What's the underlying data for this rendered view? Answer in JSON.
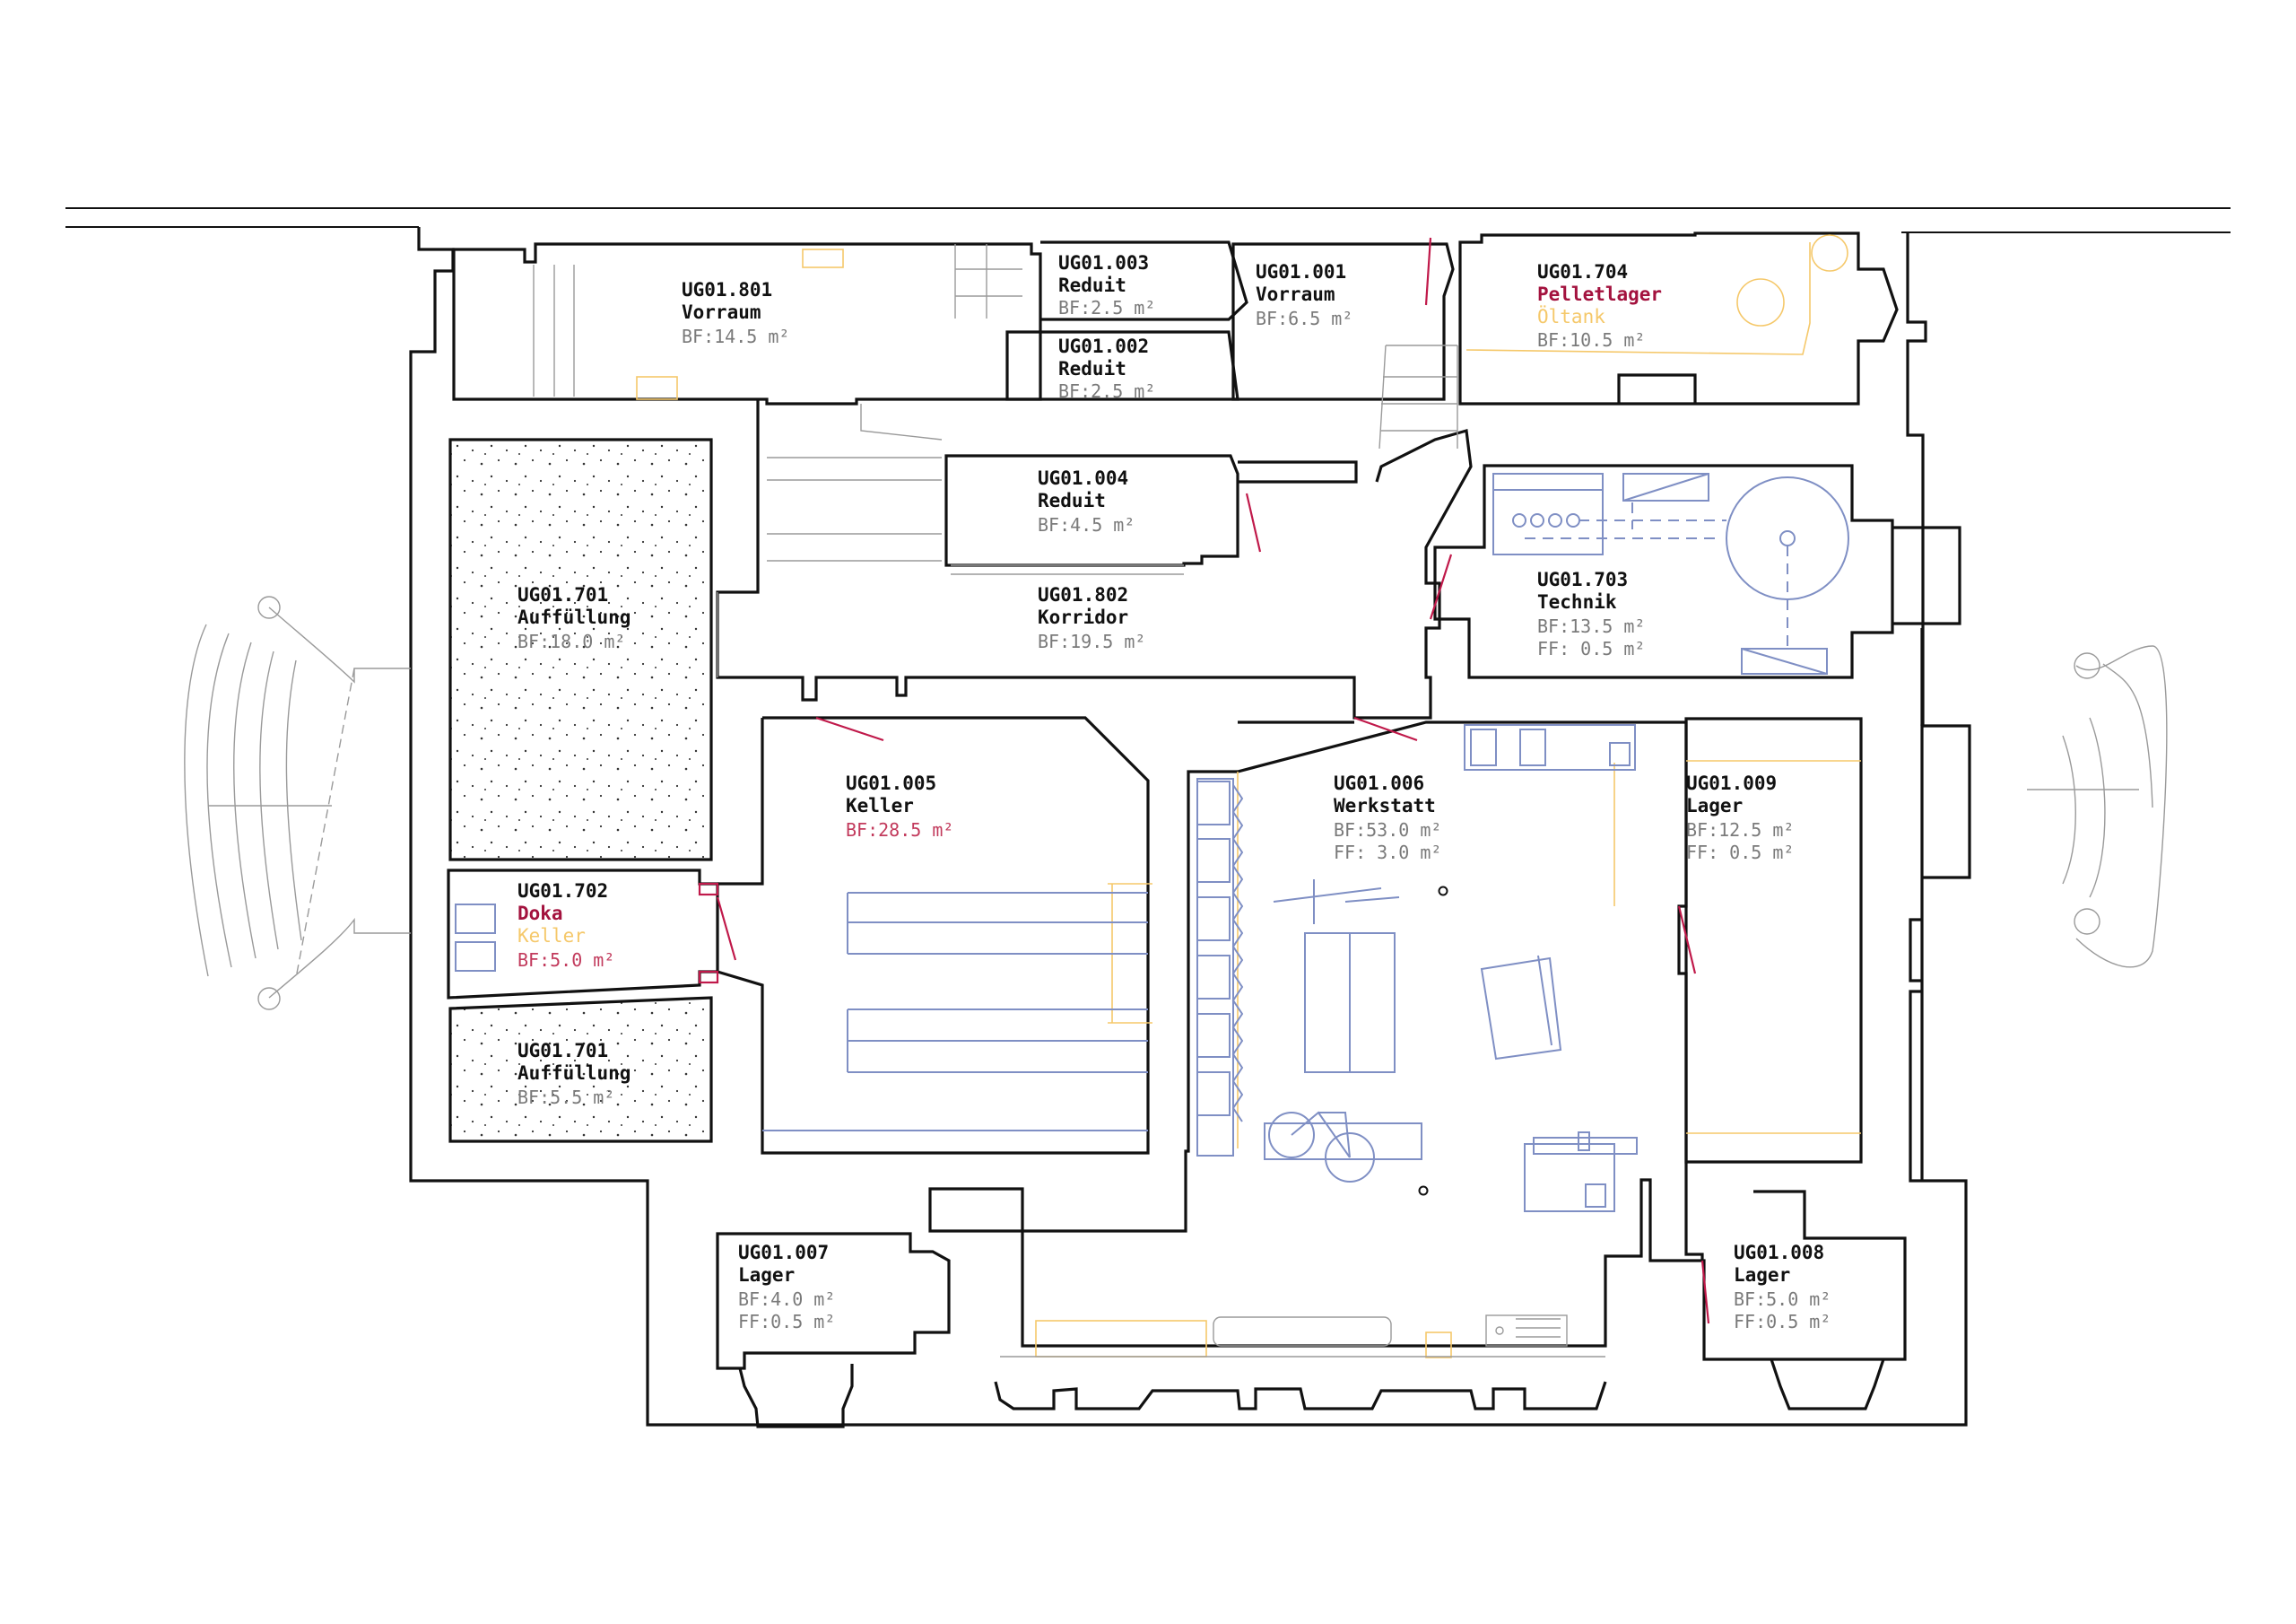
{
  "colors": {
    "walls": "#111111",
    "furniture": "#7f8fc4",
    "doors": "#c0194a",
    "hidden_lines": "#f5c86a",
    "area_text": "#7a7a7a",
    "highlight_red": "#a3123e"
  },
  "rooms": {
    "r801": {
      "id": "UG01.801",
      "name": "Vorraum",
      "areas": [
        "BF:14.5 m²"
      ]
    },
    "r003": {
      "id": "UG01.003",
      "name": "Reduit",
      "areas": [
        "BF:2.5 m²"
      ]
    },
    "r002": {
      "id": "UG01.002",
      "name": "Reduit",
      "areas": [
        "BF:2.5 m²"
      ]
    },
    "r001": {
      "id": "UG01.001",
      "name": "Vorraum",
      "areas": [
        "BF:6.5 m²"
      ]
    },
    "r704": {
      "id": "UG01.704",
      "name": "Pelletlager",
      "alt_name": "Öltank",
      "areas": [
        "BF:10.5 m²"
      ]
    },
    "r004": {
      "id": "UG01.004",
      "name": "Reduit",
      "areas": [
        "BF:4.5 m²"
      ]
    },
    "r701a": {
      "id": "UG01.701",
      "name": "Auffüllung",
      "areas": [
        "BF:18.0 m²"
      ]
    },
    "r802": {
      "id": "UG01.802",
      "name": "Korridor",
      "areas": [
        "BF:19.5 m²"
      ]
    },
    "r703": {
      "id": "UG01.703",
      "name": "Technik",
      "areas": [
        "BF:13.5 m²",
        "FF: 0.5 m²"
      ]
    },
    "r005": {
      "id": "UG01.005",
      "name": "Keller",
      "areas": [
        "BF:28.5 m²"
      ]
    },
    "r006": {
      "id": "UG01.006",
      "name": "Werkstatt",
      "areas": [
        "BF:53.0 m²",
        "FF: 3.0 m²"
      ]
    },
    "r009": {
      "id": "UG01.009",
      "name": "Lager",
      "areas": [
        "BF:12.5 m²",
        "FF: 0.5 m²"
      ]
    },
    "r702": {
      "id": "UG01.702",
      "name": "Doka",
      "alt_name": "Keller",
      "areas": [
        "BF:5.0 m²"
      ]
    },
    "r701b": {
      "id": "UG01.701",
      "name": "Auffüllung",
      "areas": [
        "BF:5.5 m²"
      ]
    },
    "r007": {
      "id": "UG01.007",
      "name": "Lager",
      "areas": [
        "BF:4.0 m²",
        "FF:0.5 m²"
      ]
    },
    "r008": {
      "id": "UG01.008",
      "name": "Lager",
      "areas": [
        "BF:5.0 m²",
        "FF:0.5 m²"
      ]
    }
  }
}
